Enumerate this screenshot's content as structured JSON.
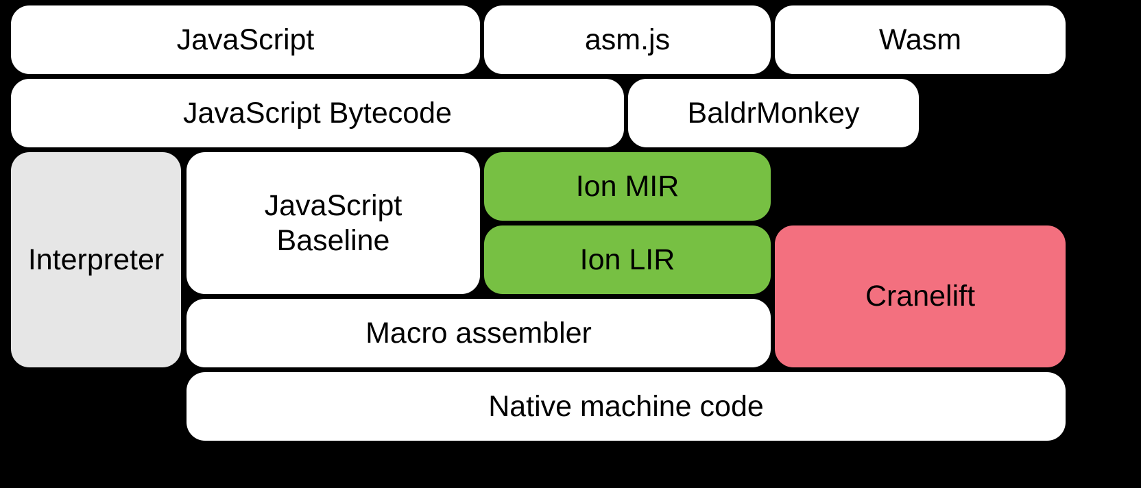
{
  "diagram": {
    "background_color": "#000000",
    "text_color": "#000000",
    "colors": {
      "plain": "#ffffff",
      "interpreter_gray": "#e6e6e6",
      "ion_green": "#77c043",
      "cranelift_pink": "#f3707f"
    },
    "nodes": [
      {
        "id": "javascript",
        "label": "JavaScript",
        "color": "#ffffff"
      },
      {
        "id": "asmjs",
        "label": "asm.js",
        "color": "#ffffff"
      },
      {
        "id": "wasm",
        "label": "Wasm",
        "color": "#ffffff"
      },
      {
        "id": "javascript-bytecode",
        "label": "JavaScript Bytecode",
        "color": "#ffffff"
      },
      {
        "id": "baldrmonkey",
        "label": "BaldrMonkey",
        "color": "#ffffff"
      },
      {
        "id": "interpreter",
        "label": "Interpreter",
        "color": "#e6e6e6"
      },
      {
        "id": "javascript-baseline",
        "label": "JavaScript Baseline",
        "color": "#ffffff"
      },
      {
        "id": "ion-mir",
        "label": "Ion MIR",
        "color": "#77c043"
      },
      {
        "id": "ion-lir",
        "label": "Ion LIR",
        "color": "#77c043"
      },
      {
        "id": "cranelift",
        "label": "Cranelift",
        "color": "#f3707f"
      },
      {
        "id": "macro-assembler",
        "label": "Macro assembler",
        "color": "#ffffff"
      },
      {
        "id": "native-machine-code",
        "label": "Native machine code",
        "color": "#ffffff"
      }
    ]
  }
}
